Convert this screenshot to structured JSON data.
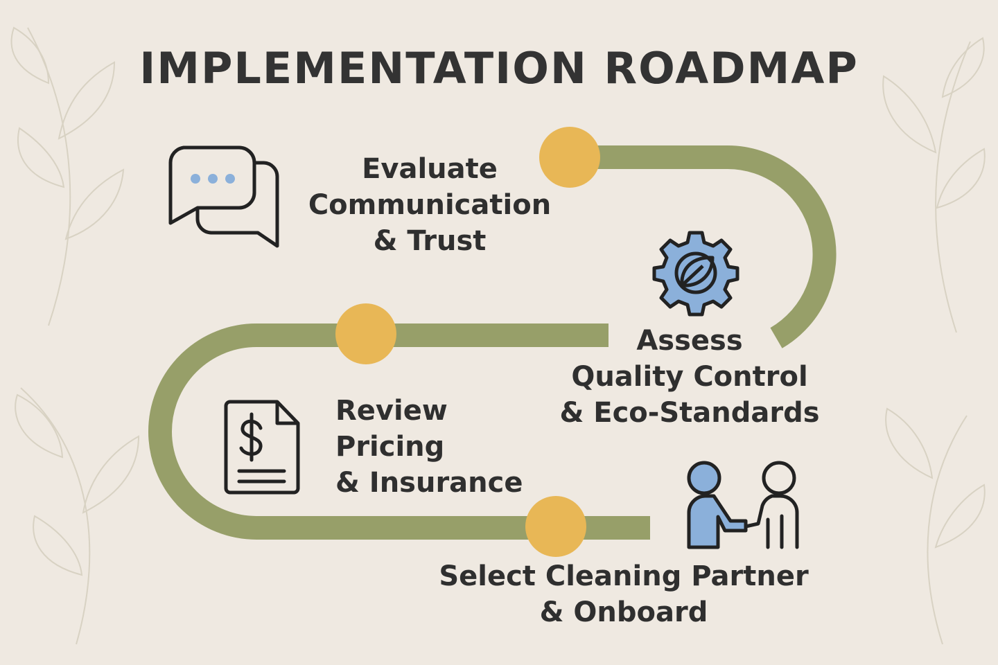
{
  "title": "IMPLEMENTATION ROADMAP",
  "colors": {
    "background": "#efe9e1",
    "path": "#979f69",
    "milestone": "#e8b756",
    "icon_stroke": "#222222",
    "icon_fill": "#8bb0da",
    "text": "#2f2f2f",
    "leaf_decor": "#d8d2c3"
  },
  "steps": [
    {
      "label": "Evaluate\nCommunication\n& Trust",
      "icon": "chat-bubbles-icon"
    },
    {
      "label": "Assess\nQuality Control\n& Eco-Standards",
      "icon": "gear-leaf-icon"
    },
    {
      "label": "Review\nPricing\n& Insurance",
      "icon": "invoice-dollar-icon"
    },
    {
      "label": "Select Cleaning Partner\n& Onboard",
      "icon": "handshake-people-icon"
    }
  ]
}
